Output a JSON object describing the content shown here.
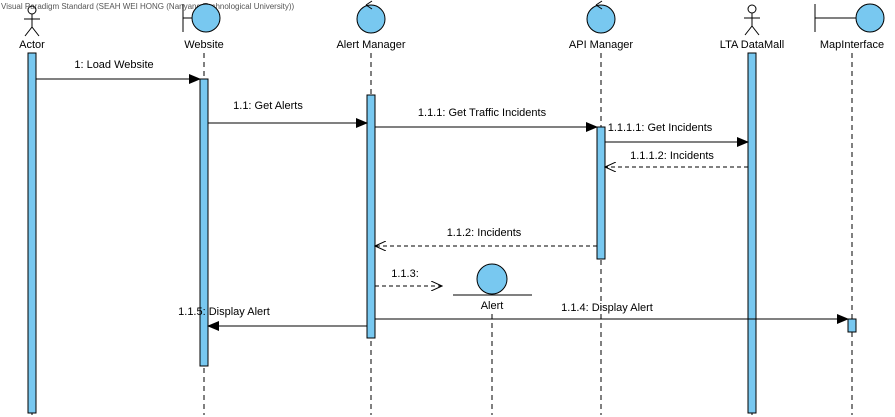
{
  "watermark": "Visual Paradigm Standard (SEAH WEI HONG (Nanyang Technological University))",
  "participants": [
    {
      "id": "actor",
      "name": "Actor",
      "kind": "actor-icon"
    },
    {
      "id": "website",
      "name": "Website",
      "kind": "boundary-icon"
    },
    {
      "id": "alert-manager",
      "name": "Alert Manager",
      "kind": "control-icon"
    },
    {
      "id": "api-manager",
      "name": "API Manager",
      "kind": "control-icon"
    },
    {
      "id": "lta-datamall",
      "name": "LTA DataMall",
      "kind": "actor-icon"
    },
    {
      "id": "map-interface",
      "name": "MapInterface",
      "kind": "boundary-icon"
    }
  ],
  "created_object": {
    "name": "Alert",
    "kind": "entity-icon"
  },
  "messages": [
    {
      "label": "1: Load Website",
      "from": "actor",
      "to": "website",
      "type": "sync"
    },
    {
      "label": "1.1: Get Alerts",
      "from": "website",
      "to": "alert-manager",
      "type": "sync"
    },
    {
      "label": "1.1.1: Get Traffic Incidents",
      "from": "alert-manager",
      "to": "api-manager",
      "type": "sync"
    },
    {
      "label": "1.1.1.1: Get Incidents",
      "from": "api-manager",
      "to": "lta-datamall",
      "type": "sync"
    },
    {
      "label": "1.1.1.2: Incidents",
      "from": "lta-datamall",
      "to": "api-manager",
      "type": "return"
    },
    {
      "label": "1.1.2: Incidents",
      "from": "api-manager",
      "to": "alert-manager",
      "type": "return"
    },
    {
      "label": "1.1.3:",
      "from": "alert-manager",
      "to": "alert",
      "type": "create"
    },
    {
      "label": "1.1.4: Display Alert",
      "from": "alert-manager",
      "to": "map-interface",
      "type": "sync"
    },
    {
      "label": "1.1.5: Display Alert",
      "from": "alert-manager",
      "to": "website",
      "type": "sync"
    }
  ],
  "colors": {
    "activation": "#78C8F0",
    "line": "#000000"
  }
}
